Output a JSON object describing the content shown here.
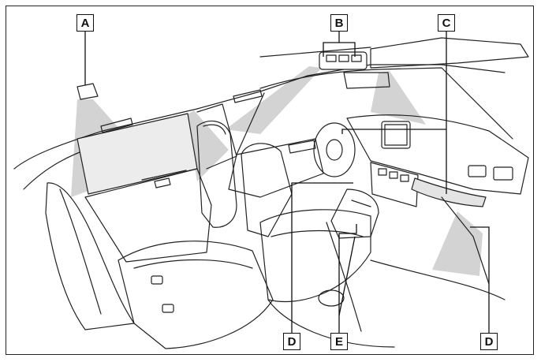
{
  "callouts": {
    "a": "A",
    "b": "B",
    "c": "C",
    "d_left": "D",
    "e": "E",
    "d_right": "D"
  },
  "colors": {
    "light_cone": "#d6d6d6",
    "line": "#222222"
  }
}
